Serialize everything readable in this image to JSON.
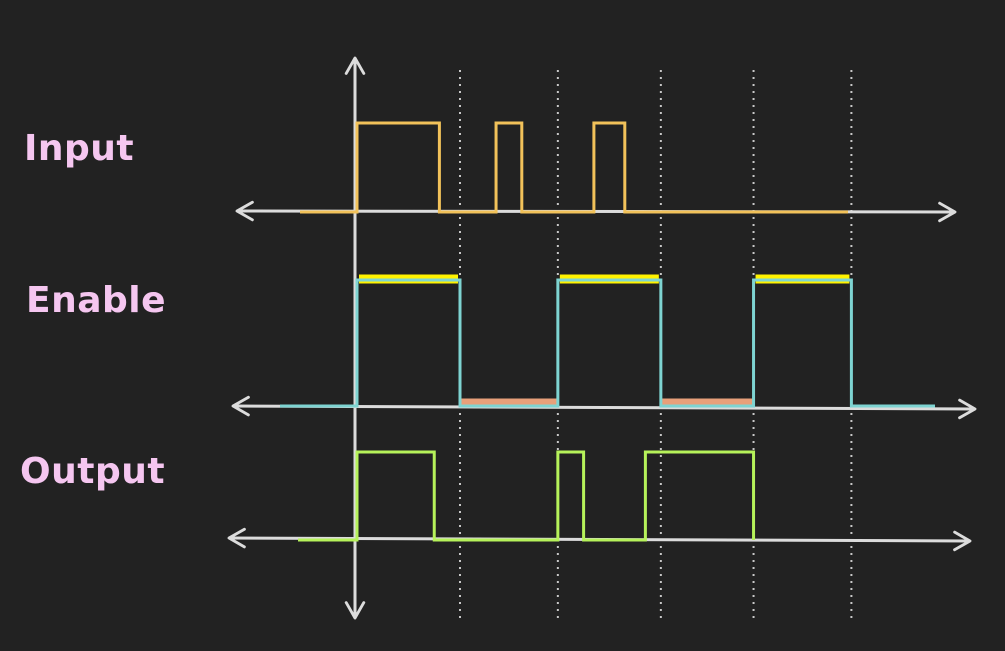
{
  "labels": {
    "input": "Input",
    "enable": "Enable",
    "output": "Output"
  },
  "colors": {
    "background": "#222222",
    "label": "#F5C6F0",
    "axis": "#DCDCDC",
    "grid": "#C8C8C8",
    "input": "#F2C25A",
    "enable_wave": "#7ED4D2",
    "enable_high_bar": "#FFF200",
    "enable_low_bar": "#E8A07A",
    "output": "#B6F25A"
  },
  "signals": {
    "input": {
      "times": [
        0,
        1.6,
        2.7,
        3.2,
        4.6,
        5.2,
        6.2
      ],
      "levels": [
        1,
        0,
        1,
        0,
        1,
        0
      ]
    },
    "enable": {
      "times": [
        0,
        2.0,
        3.9,
        5.9,
        7.7,
        9.6
      ],
      "levels": [
        1,
        0,
        1,
        0,
        1
      ]
    },
    "output": {
      "times": [
        0,
        1.5,
        3.9,
        4.4,
        5.6,
        7.7
      ],
      "levels": [
        1,
        0,
        1,
        0,
        1,
        0
      ]
    }
  },
  "gridlines": [
    2.0,
    3.9,
    5.9,
    7.7,
    9.6
  ],
  "enable_bars": {
    "high": [
      [
        0,
        2.0
      ],
      [
        3.9,
        5.9
      ],
      [
        7.7,
        9.6
      ]
    ],
    "low": [
      [
        2.0,
        3.9
      ],
      [
        5.9,
        7.7
      ]
    ]
  }
}
